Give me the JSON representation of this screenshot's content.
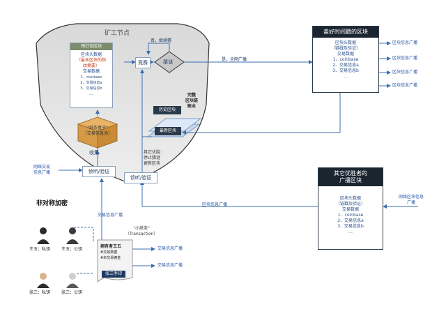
{
  "node": {
    "title": "矿工节点",
    "package_box": {
      "title": "预打包区块",
      "lines": [
        "区块头数据",
        "（最末区块的指",
        "纹摘要）",
        "交易数据",
        "1、coinbase",
        "2、交易信息a",
        "3、交易信息b",
        "…"
      ]
    },
    "box_label": [
      "\"纸条盒子\"",
      "（交易信息池）"
    ],
    "collect": "收集",
    "compete_label": "竞赛",
    "guess_label": "猜谜",
    "no_continue": "否，继续猜",
    "yes_broadcast": "是，全网广播",
    "ledger_title": [
      "完整",
      "区块链",
      "账本"
    ],
    "history_block": "历史区块",
    "latest_block": "最新区块",
    "other_winner": [
      "其它优胜：",
      "停止猜谜",
      "更新区块"
    ],
    "listen_verify_1": "侦听/验证",
    "listen_verify_2": "侦听/验证",
    "network_tx_broadcast": [
      "网络交易",
      "信息广播"
    ]
  },
  "winner_block": {
    "title": "盖好时间戳的区块",
    "lines": [
      "区块头数据",
      "（链戳及验证）",
      "交易数据",
      "1、coinbase",
      "2、交易信息a",
      "3、交易信息b",
      "…"
    ],
    "broadcast_labels": [
      "区块信息广播",
      "区块信息广播",
      "区块信息广播",
      "区块信息广播"
    ]
  },
  "other_block": {
    "title": [
      "其它优胜者的",
      "广播区块"
    ],
    "lines": [
      "区块头数据",
      "（链戳及验证）",
      "交易数据",
      "1、coinbase",
      "2、交易信息a",
      "3、交易信息b",
      "…"
    ],
    "network_broadcast": [
      "网络区块信息",
      "广播"
    ]
  },
  "block_info_broadcast": "区块信息广播",
  "tx_info_broadcast_top": "交易信息广播",
  "asym": {
    "title": "非对称加密",
    "wang_private": "王五：私钥",
    "wang_public": "王五：公钥",
    "zhang_private": "张三：私钥",
    "zhang_public": "张三：公钥"
  },
  "note": {
    "label": "\"小纸条\"",
    "label_en": "（Transaction）",
    "lines": [
      "拥有者王五",
      "#交易数据",
      "#本交易佣金"
    ],
    "signature": "张三手印",
    "broadcast_1": "交易信息广播",
    "broadcast_2": "交易信息广播"
  }
}
